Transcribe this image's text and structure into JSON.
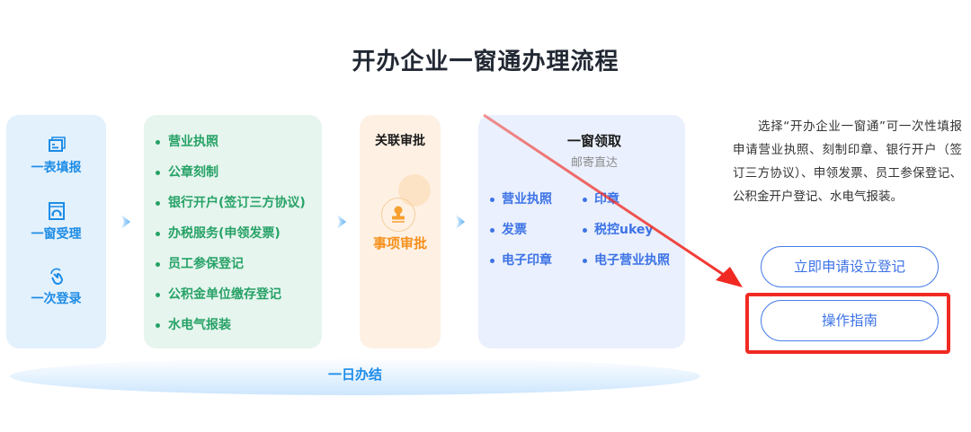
{
  "page": {
    "title": "开办企业一窗通办理流程"
  },
  "steps_card": {
    "items": [
      {
        "icon": "form-card-icon",
        "label": "一表填报"
      },
      {
        "icon": "service-window-icon",
        "label": "一窗受理"
      },
      {
        "icon": "click-hand-icon",
        "label": "一次登录"
      }
    ]
  },
  "services_card": {
    "items": [
      "营业执照",
      "公章刻制",
      "银行开户(签订三方协议)",
      "办税服务(申领发票)",
      "员工参保登记",
      "公积金单位缴存登记",
      "水电气报装"
    ]
  },
  "approval_card": {
    "title": "关联审批",
    "icon": "stamp-icon",
    "label": "事项审批"
  },
  "collect_card": {
    "title": "一窗领取",
    "subtitle": "邮寄直达",
    "items": [
      "营业执照",
      "印章",
      "发票",
      "税控ukey",
      "电子印章",
      "电子营业执照"
    ]
  },
  "footer_band": {
    "label": "一日办结"
  },
  "side_panel": {
    "description": "选择“开办企业一窗通”可一次性填报申请营业执照、刻制印章、银行开户（签订三方协议）、申领发票、员工参保登记、公积金开户登记、水电气报装。",
    "apply_button": "立即申请设立登记",
    "guide_button": "操作指南"
  },
  "annotation": {
    "highlight_target": "操作指南",
    "color": "#f02a22"
  },
  "colors": {
    "steps_blue": "#1d8ce6",
    "services_green": "#27a267",
    "approval_orange": "#f5911e",
    "collect_blue": "#3d73e6",
    "button_border": "#4a7fe8"
  }
}
